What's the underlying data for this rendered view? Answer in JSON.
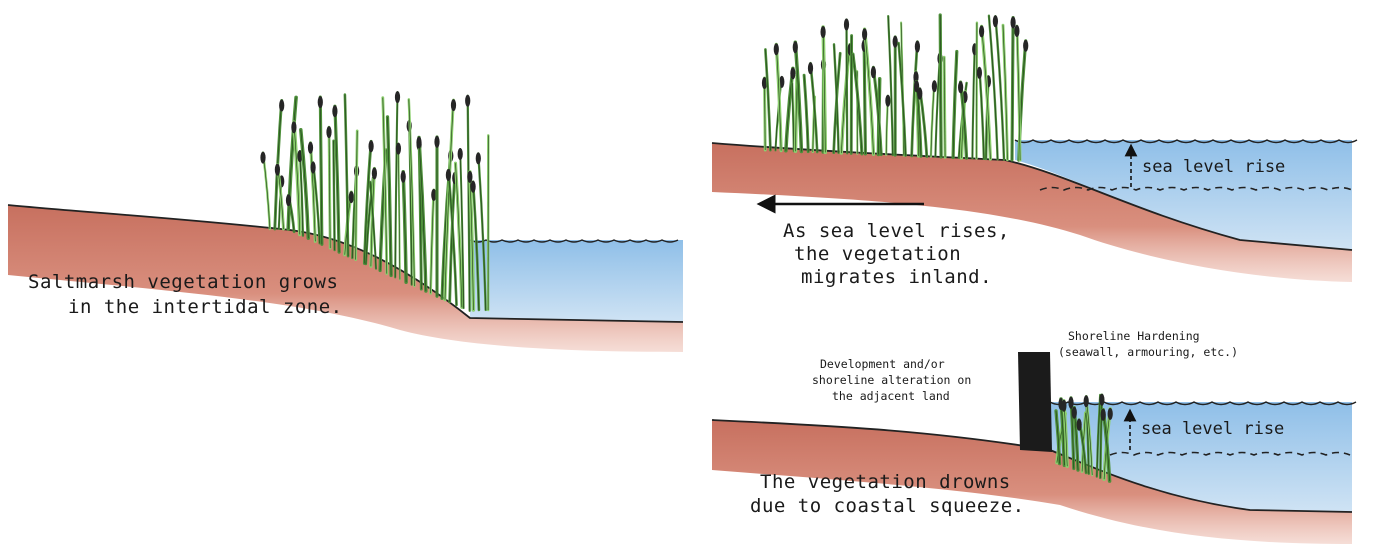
{
  "panels": [
    {
      "id": "intertidal",
      "caption_lines": [
        "Saltmarsh vegetation grows",
        "in the intertidal zone."
      ]
    },
    {
      "id": "migration",
      "caption_lines": [
        "As sea level rises,",
        "the vegetation",
        "migrates inland."
      ],
      "sea_level_label": "sea level rise"
    },
    {
      "id": "coastal-squeeze",
      "caption_lines": [
        "The vegetation drowns",
        "due to coastal squeeze."
      ],
      "sea_level_label": "sea level rise",
      "development_label_lines": [
        "Development and/or",
        "shoreline alteration on",
        "the adjacent land"
      ],
      "hardening_label_lines": [
        "Shoreline Hardening",
        "(seawall, armouring, etc.)"
      ]
    }
  ],
  "colors": {
    "soil": "#c9786a",
    "soil_light": "#e3a99a",
    "water": "#a9cdec",
    "water_dark": "#7fb2e0",
    "grass": "#4d8f3a",
    "grass_light": "#8ccf6e",
    "seed_head": "#262626",
    "seawall": "#1b1b1b"
  }
}
